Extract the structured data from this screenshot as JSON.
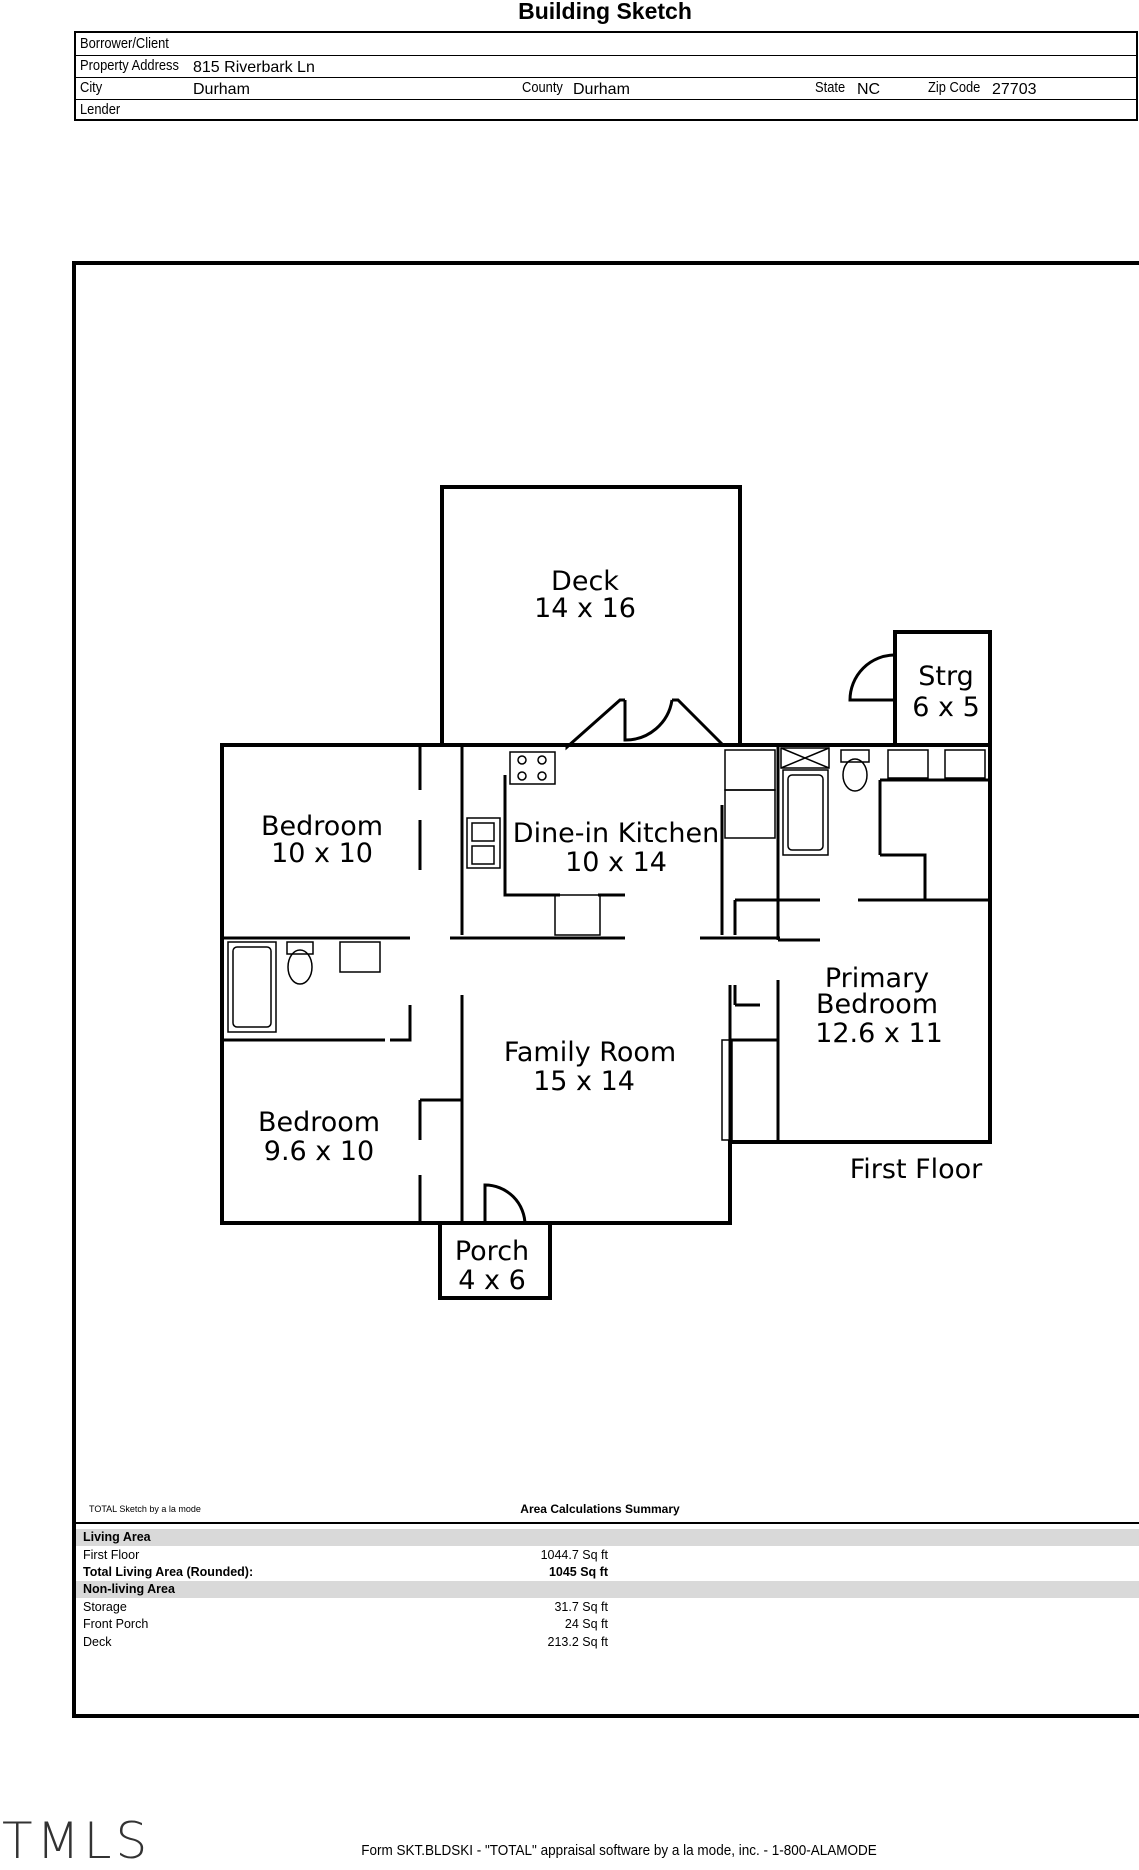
{
  "title": "Building Sketch",
  "header": {
    "borrower_label": "Borrower/Client",
    "borrower_value": "",
    "address_label": "Property Address",
    "address_value": "815 Riverbark Ln",
    "city_label": "City",
    "city_value": "Durham",
    "county_label": "County",
    "county_value": "Durham",
    "state_label": "State",
    "state_value": "NC",
    "zip_label": "Zip Code",
    "zip_value": "27703",
    "lender_label": "Lender",
    "lender_value": ""
  },
  "rooms": {
    "deck": {
      "name": "Deck",
      "dims": "14 x 16"
    },
    "strg": {
      "name": "Strg",
      "dims": "6 x 5"
    },
    "bedroom1": {
      "name": "Bedroom",
      "dims": "10 x 10"
    },
    "kitchen": {
      "name": "Dine-in Kitchen",
      "dims": "10 x 14"
    },
    "primary": {
      "name1": "Primary",
      "name2": "Bedroom",
      "dims": "12.6 x 11"
    },
    "family": {
      "name": "Family Room",
      "dims": "15 x 14"
    },
    "bedroom2": {
      "name": "Bedroom",
      "dims": "9.6 x 10"
    },
    "porch": {
      "name": "Porch",
      "dims": "4 x 6"
    },
    "floor_label": "First Floor"
  },
  "summary": {
    "software_note": "TOTAL Sketch by a la mode",
    "title": "Area Calculations Summary",
    "rows": [
      {
        "label": "Living Area",
        "value": "",
        "style": "section"
      },
      {
        "label": "First Floor",
        "value": "1044.7 Sq ft",
        "style": "normal"
      },
      {
        "label": "Total Living Area (Rounded):",
        "value": "1045 Sq ft",
        "style": "bold"
      },
      {
        "label": "Non-living Area",
        "value": "",
        "style": "section"
      },
      {
        "label": "Storage",
        "value": "31.7 Sq ft",
        "style": "normal"
      },
      {
        "label": "Front Porch",
        "value": "24 Sq ft",
        "style": "normal"
      },
      {
        "label": "Deck",
        "value": "213.2 Sq ft",
        "style": "normal"
      }
    ]
  },
  "logo_text": "TMLS",
  "footer": "Form SKT.BLDSKI - \"TOTAL\" appraisal software by a la mode, inc. - 1-800-ALAMODE"
}
